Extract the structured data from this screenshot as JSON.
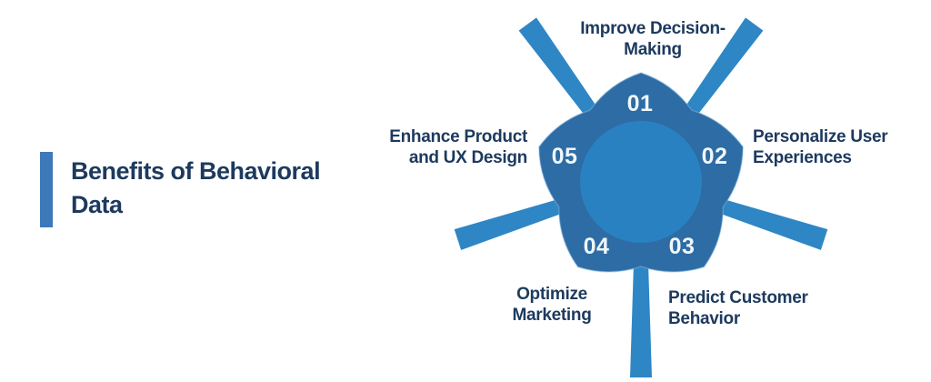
{
  "title": {
    "line1": "Benefits of Behavioral",
    "line2": "Data"
  },
  "diagram": {
    "items": [
      {
        "number": "01",
        "label": "Improve Decision-Making",
        "lines": [
          "Improve Decision-",
          "Making"
        ]
      },
      {
        "number": "02",
        "label": "Personalize User Experiences",
        "lines": [
          "Personalize User",
          "Experiences"
        ]
      },
      {
        "number": "03",
        "label": "Predict Customer Behavior",
        "lines": [
          "Predict Customer",
          "Behavior"
        ]
      },
      {
        "number": "04",
        "label": "Optimize Marketing",
        "lines": [
          "Optimize",
          "Marketing"
        ]
      },
      {
        "number": "05",
        "label": "Enhance Product and UX Design",
        "lines": [
          "Enhance Product",
          "and UX Design"
        ]
      }
    ]
  },
  "colors": {
    "background": "#FFFFFF",
    "accent_bar": "#3C79B8",
    "petal": "#2D6CA4",
    "center_circle": "#2A81C2",
    "ray": "#2E86C5",
    "number_text": "#F0F6FA",
    "label_text": "#1D3A5E"
  }
}
